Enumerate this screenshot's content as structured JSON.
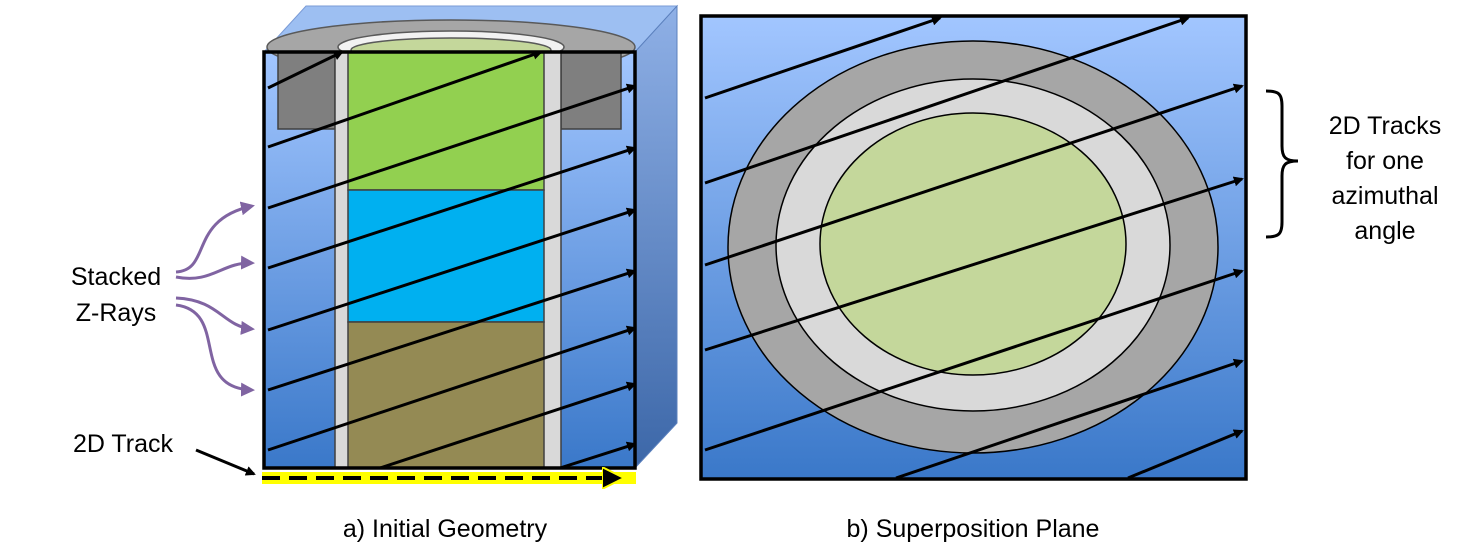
{
  "panels": {
    "a": {
      "caption": "a) Initial Geometry"
    },
    "b": {
      "caption": "b) Superposition Plane"
    }
  },
  "annotations": {
    "stacked_line1": "Stacked",
    "stacked_line2": "Z-Rays",
    "track_2d": "2D Track",
    "tracks_line1": "2D Tracks",
    "tracks_line2": "for one",
    "tracks_line3": "azimuthal",
    "tracks_line4": "angle"
  },
  "colors": {
    "background_top": "#9cc2ff",
    "background_bottom": "#3b78c8",
    "fuel_green": "#92d050",
    "fuel_pale_green": "#c4d79b",
    "water_blue": "#00b0f0",
    "olive_region": "#948a54",
    "clad_light_gray": "#d9d9d9",
    "clad_gray": "#a6a6a6",
    "cap_dark_gray": "#7f7f7f",
    "track_yellow": "#ffff00",
    "purple_arrows": "#8064a2"
  }
}
